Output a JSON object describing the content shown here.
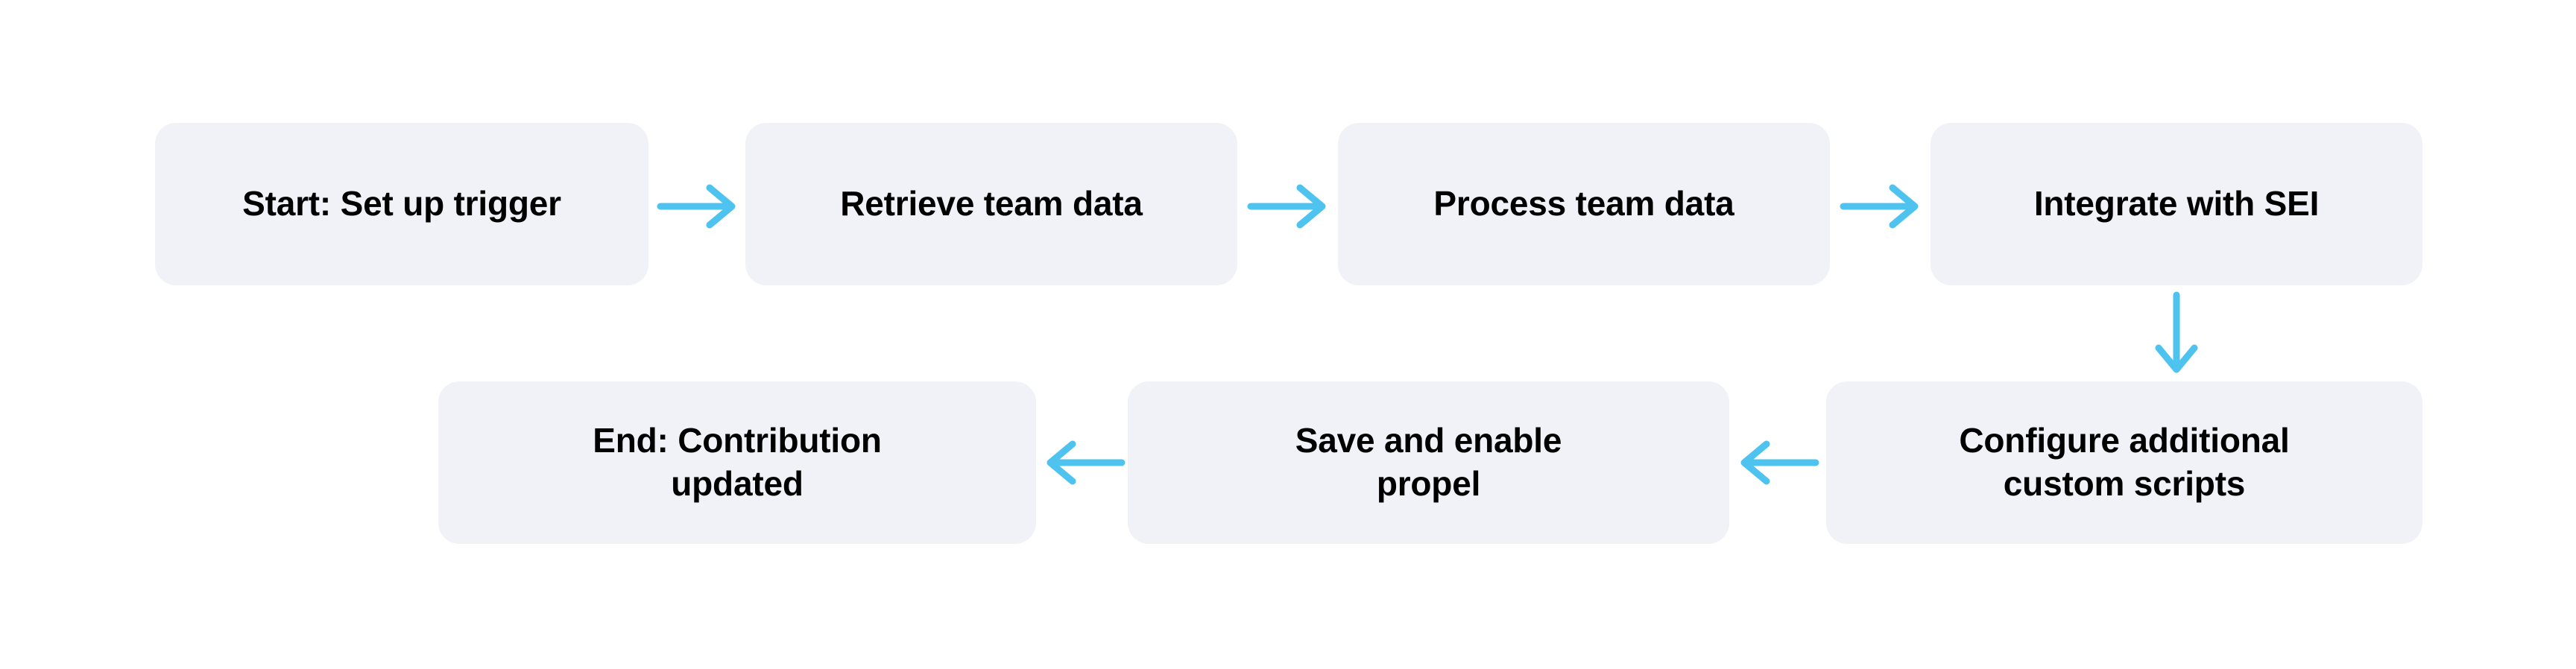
{
  "diagram": {
    "type": "flowchart",
    "orientation": "horizontal-snake",
    "background_color": "#ffffff",
    "node_fill_color": "#f1f2f7",
    "node_text_color": "#000000",
    "edge_color": "#4ec3f0",
    "nodes": [
      {
        "id": "start",
        "label": "Start: Set up trigger",
        "row": 1,
        "order": 1
      },
      {
        "id": "retrieve",
        "label": "Retrieve team data",
        "row": 1,
        "order": 2
      },
      {
        "id": "process",
        "label": "Process team data",
        "row": 1,
        "order": 3
      },
      {
        "id": "integrate",
        "label": "Integrate with SEI",
        "row": 1,
        "order": 4
      },
      {
        "id": "configure",
        "label": "Configure additional\ncustom scripts",
        "row": 2,
        "order": 1
      },
      {
        "id": "save",
        "label": "Save and enable\npropel",
        "row": 2,
        "order": 2
      },
      {
        "id": "end",
        "label": "End: Contribution\nupdated",
        "row": 2,
        "order": 3
      }
    ],
    "edges": [
      {
        "from": "start",
        "to": "retrieve",
        "direction": "right",
        "label": ""
      },
      {
        "from": "retrieve",
        "to": "process",
        "direction": "right",
        "label": ""
      },
      {
        "from": "process",
        "to": "integrate",
        "direction": "right",
        "label": ""
      },
      {
        "from": "integrate",
        "to": "configure",
        "direction": "down",
        "label": ""
      },
      {
        "from": "configure",
        "to": "save",
        "direction": "left",
        "label": ""
      },
      {
        "from": "save",
        "to": "end",
        "direction": "left",
        "label": ""
      }
    ]
  }
}
